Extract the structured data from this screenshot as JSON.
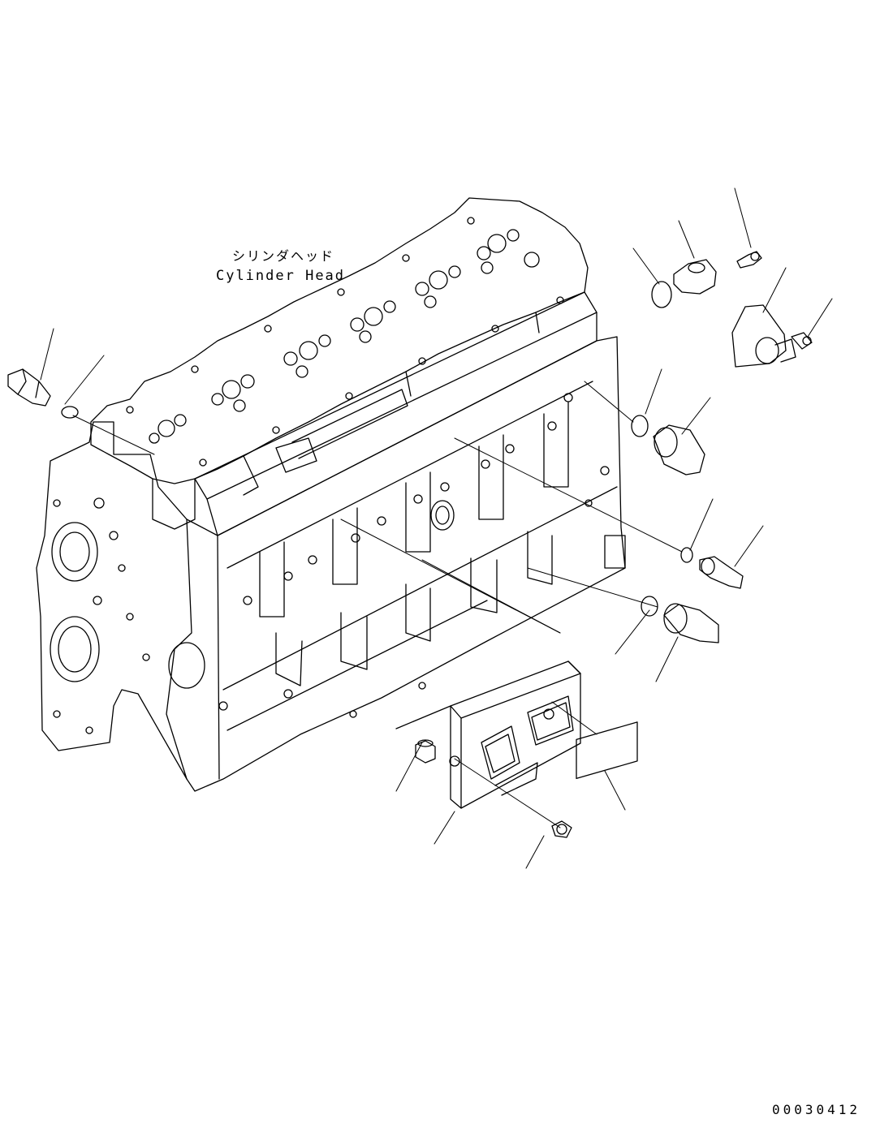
{
  "diagram": {
    "label_japanese": "シリンダヘッド",
    "label_english": "Cylinder Head",
    "drawing_number": "00030412"
  }
}
